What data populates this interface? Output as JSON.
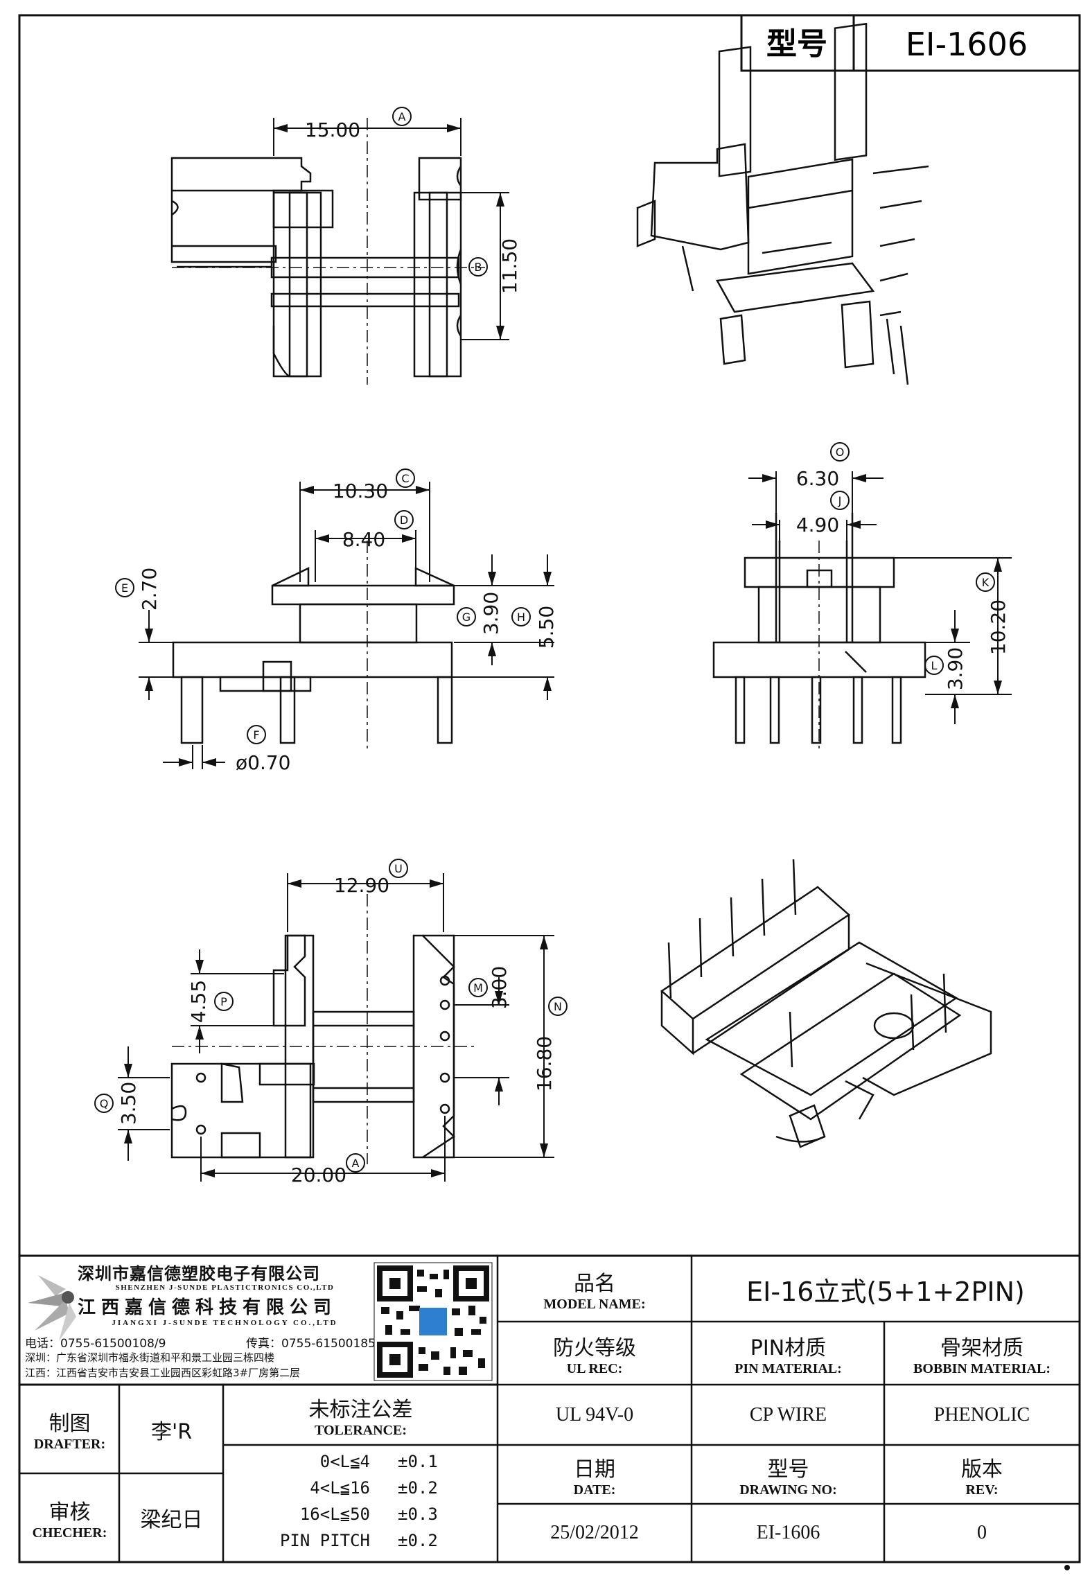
{
  "title_block": {
    "label": "型号",
    "model": "EI-1606"
  },
  "dimensions": {
    "A_top": "15.00",
    "B": "11.50",
    "C": "10.30",
    "D": "8.40",
    "E": "2.70",
    "F": "ø0.70",
    "G": "3.90",
    "H": "5.50",
    "O": "6.30",
    "J": "4.90",
    "K": "10.20",
    "L": "3.90",
    "U": "12.90",
    "P": "4.55",
    "M": "3.00",
    "N": "16.80",
    "Q": "3.50",
    "A_bottom": "20.00"
  },
  "markers": {
    "A": "A",
    "B": "B",
    "C": "C",
    "D": "D",
    "E": "E",
    "F": "F",
    "G": "G",
    "H": "H",
    "O": "O",
    "J": "J",
    "K": "K",
    "L": "L",
    "U": "U",
    "P": "P",
    "M": "M",
    "N": "N",
    "Q": "Q"
  },
  "company": {
    "name_cn": "深圳市嘉信德塑胶电子有限公司",
    "name_en": "SHENZHEN J-SUNDE PLASTICTRONICS CO.,LTD",
    "name2_cn": "江西嘉信德科技有限公司",
    "name2_en": "JIANGXI J-SUNDE TECHNOLOGY CO.,LTD",
    "phone": "电话：0755-61500108/9",
    "fax": "传真：0755-61500185",
    "addr_sz": "深圳：广东省深圳市福永街道和平和景工业园三栋四楼",
    "addr_jx": "江西：江西省吉安市吉安县工业园西区彩虹路3#厂房第二层"
  },
  "info": {
    "model_name_cn": "品名",
    "model_name_en": "MODEL NAME:",
    "model_name_value": "EI-16立式(5+1+2PIN)",
    "ul_cn": "防火等级",
    "ul_en": "UL REC:",
    "pin_cn": "PIN材质",
    "pin_en": "PIN MATERIAL:",
    "bobbin_cn": "骨架材质",
    "bobbin_en": "BOBBIN MATERIAL:",
    "ul_value": "UL 94V-0",
    "pin_value": "CP WIRE",
    "bobbin_value": "PHENOLIC",
    "date_cn": "日期",
    "date_en": "DATE:",
    "drawing_cn": "型号",
    "drawing_en": "DRAWING NO:",
    "rev_cn": "版本",
    "rev_en": "REV:",
    "date_value": "25/02/2012",
    "drawing_value": "EI-1606",
    "rev_value": "0"
  },
  "staff": {
    "drafter_cn": "制图",
    "drafter_en": "DRAFTER:",
    "drafter_value": "李'R",
    "checker_cn": "审核",
    "checker_en": "CHECHER:",
    "checker_value": "梁纪日"
  },
  "tolerance": {
    "title_cn": "未标注公差",
    "title_en": "TOLERANCE:",
    "rows": [
      {
        "range": "0<L≦4",
        "value": "±0.1"
      },
      {
        "range": "4<L≦16",
        "value": "±0.2"
      },
      {
        "range": "16<L≦50",
        "value": "±0.3"
      },
      {
        "range": "PIN PITCH",
        "value": "±0.2"
      }
    ]
  }
}
